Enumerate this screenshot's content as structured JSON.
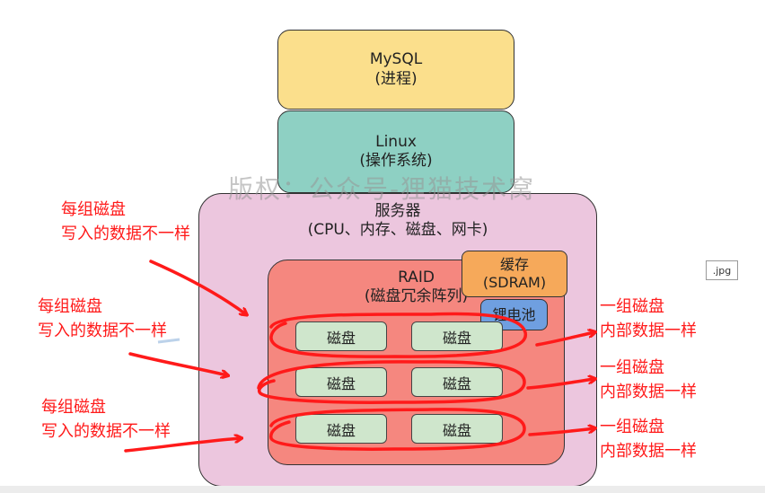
{
  "mysql": {
    "line1": "MySQL",
    "line2": "(进程)"
  },
  "linux": {
    "line1": "Linux",
    "line2": "(操作系统)"
  },
  "server": {
    "line1": "服务器",
    "line2": "(CPU、内存、磁盘、网卡)"
  },
  "raid": {
    "line1": "RAID",
    "line2": "(磁盘冗余阵列)"
  },
  "cache": {
    "line1": "缓存",
    "line2": "(SDRAM)"
  },
  "battery": {
    "label": "锂电池"
  },
  "disk_label": "磁盘",
  "disks": [
    "磁盘",
    "磁盘",
    "磁盘",
    "磁盘",
    "磁盘",
    "磁盘"
  ],
  "watermark": "版权：公众号-狸猫技术窝",
  "left_notes": [
    {
      "line1": "每组磁盘",
      "line2": "写入的数据不一样"
    },
    {
      "line1": "每组磁盘",
      "line2": "写入的数据不一样"
    },
    {
      "line1": "每组磁盘",
      "line2": "写入的数据不一样"
    }
  ],
  "right_notes": [
    {
      "line1": "一组磁盘",
      "line2": "内部数据一样"
    },
    {
      "line1": "一组磁盘",
      "line2": "内部数据一样"
    },
    {
      "line1": "一组磁盘",
      "line2": "内部数据一样"
    }
  ],
  "file_tag": ".jpg",
  "colors": {
    "annotation": "#ff1a1a",
    "mysql": "#fbdf8c",
    "linux": "#8ed0c3",
    "server": "#ecc6de",
    "raid": "#f5877f",
    "cache": "#f6a95a",
    "battery": "#6f9fe0",
    "disk": "#cfe6cc"
  }
}
